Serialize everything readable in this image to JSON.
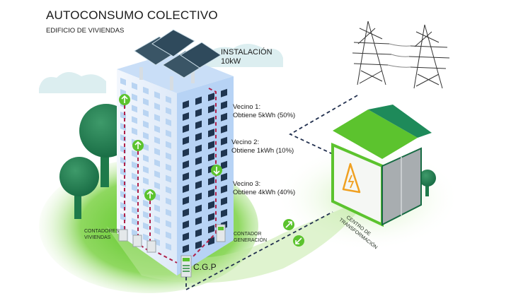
{
  "header": {
    "title": "AUTOCONSUMO COLECTIVO",
    "subtitle": "EDIFICIO DE VIVIENDAS"
  },
  "installation": {
    "line1": "INSTALACIÓN",
    "line2": "10kW"
  },
  "neighbors": [
    {
      "name": "Vecino 1:",
      "detail": "Obtiene 5kWh (50%)"
    },
    {
      "name": "Vecino 2:",
      "detail": "Obtiene 1kWh (10%)"
    },
    {
      "name": "Vecino 3:",
      "detail": "Obtiene 4kWh (40%)"
    }
  ],
  "meters": {
    "homes_line1": "CONTADORES",
    "homes_line2": "VIVIENDAS",
    "generation_line1": "CONTADOR",
    "generation_line2": "GENERACIÓN",
    "cgp": "C.G.P"
  },
  "transformer": {
    "line1": "CENTRO DE",
    "line2": "TRANSFORMACIÓN"
  },
  "icons": {
    "flow_up": "arrow-up-circle",
    "flow_down": "arrow-down-circle",
    "warning": "high-voltage-warning"
  },
  "colors": {
    "accent_green": "#5cc32e",
    "dark_green": "#1e7a4a",
    "building_light": "#e9f1fb",
    "building_side": "#b7d3f5",
    "window_dark": "#1f3550",
    "dashed_red": "#b0214a",
    "dashed_navy": "#22304f",
    "warning_orange": "#f0a020"
  }
}
